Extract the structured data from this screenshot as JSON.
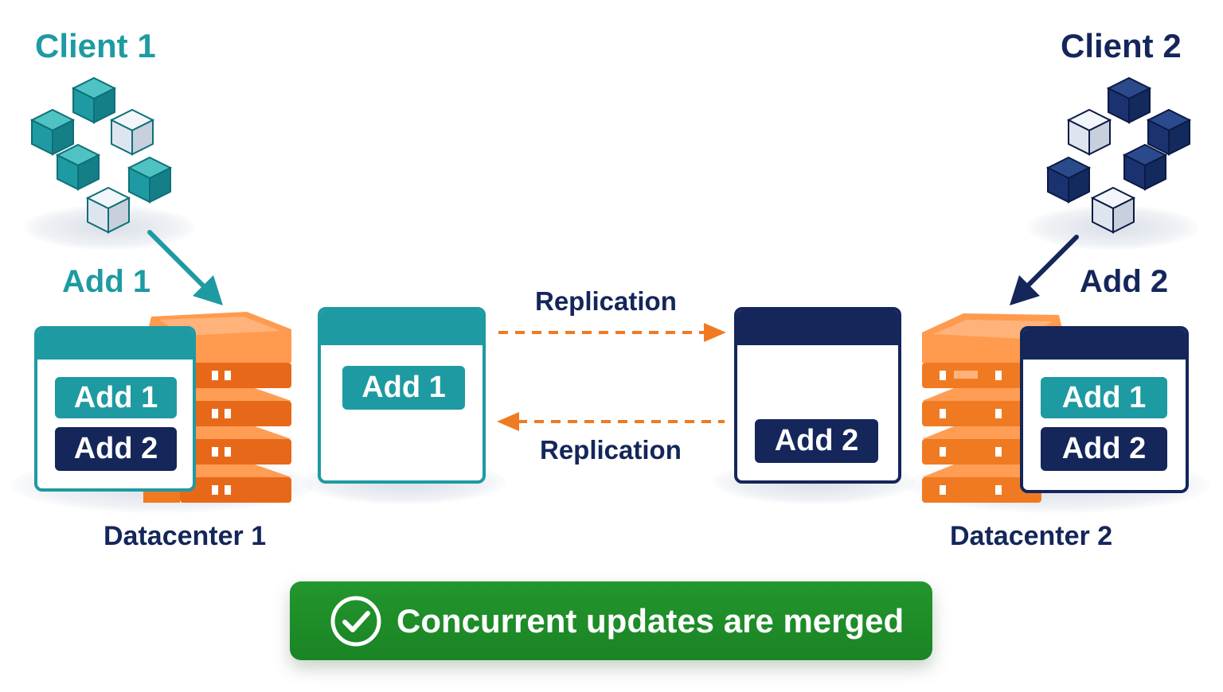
{
  "client1": {
    "title": "Client 1",
    "operation": "Add 1"
  },
  "client2": {
    "title": "Client 2",
    "operation": "Add 2"
  },
  "datacenter1": {
    "label": "Datacenter 1",
    "items": [
      "Add 1",
      "Add 2"
    ]
  },
  "datacenter2": {
    "label": "Datacenter 2",
    "items": [
      "Add 1",
      "Add 2"
    ]
  },
  "replica1": {
    "item": "Add 1"
  },
  "replica2": {
    "item": "Add 2"
  },
  "replication": {
    "top_label": "Replication",
    "bottom_label": "Replication"
  },
  "banner": {
    "text": "Concurrent updates are merged",
    "icon": "check-circle-icon"
  },
  "colors": {
    "teal": "#1e9aa2",
    "navy": "#14265a",
    "orange": "#f07a22",
    "green": "#1f8c29"
  }
}
